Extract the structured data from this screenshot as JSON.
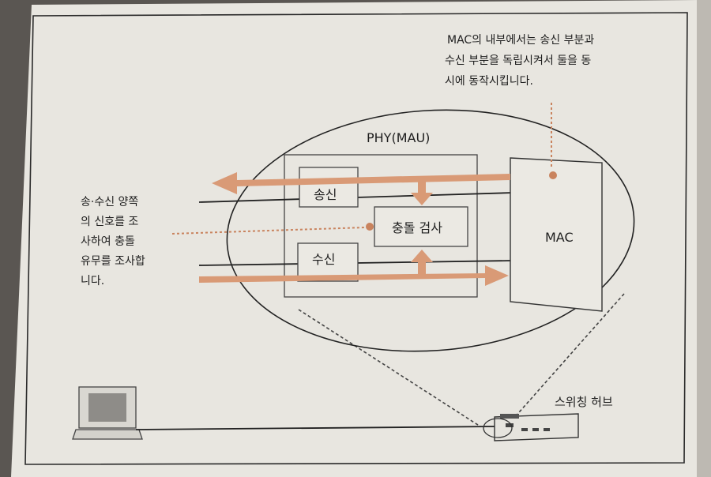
{
  "diagram": {
    "phy_label": "PHY(MAU)",
    "send_label": "송신",
    "receive_label": "수신",
    "collision_label": "충돌 검사",
    "mac_label": "MAC",
    "hub_label": "스위칭 허브",
    "mac_note": [
      "MAC의 내부에서는 송신 부분과",
      "수신 부분을 독립시켜서 둘을 동",
      "시에 동작시킵니다."
    ],
    "collision_note": [
      "송·수신 양쪽",
      "의 신호를 조",
      "사하여 충돌",
      "유무를 조사합",
      "니다."
    ]
  },
  "colors": {
    "accent": "#d99a76",
    "accent_dark": "#c9835e",
    "paper": "#e9e7e1",
    "line": "#222222"
  }
}
